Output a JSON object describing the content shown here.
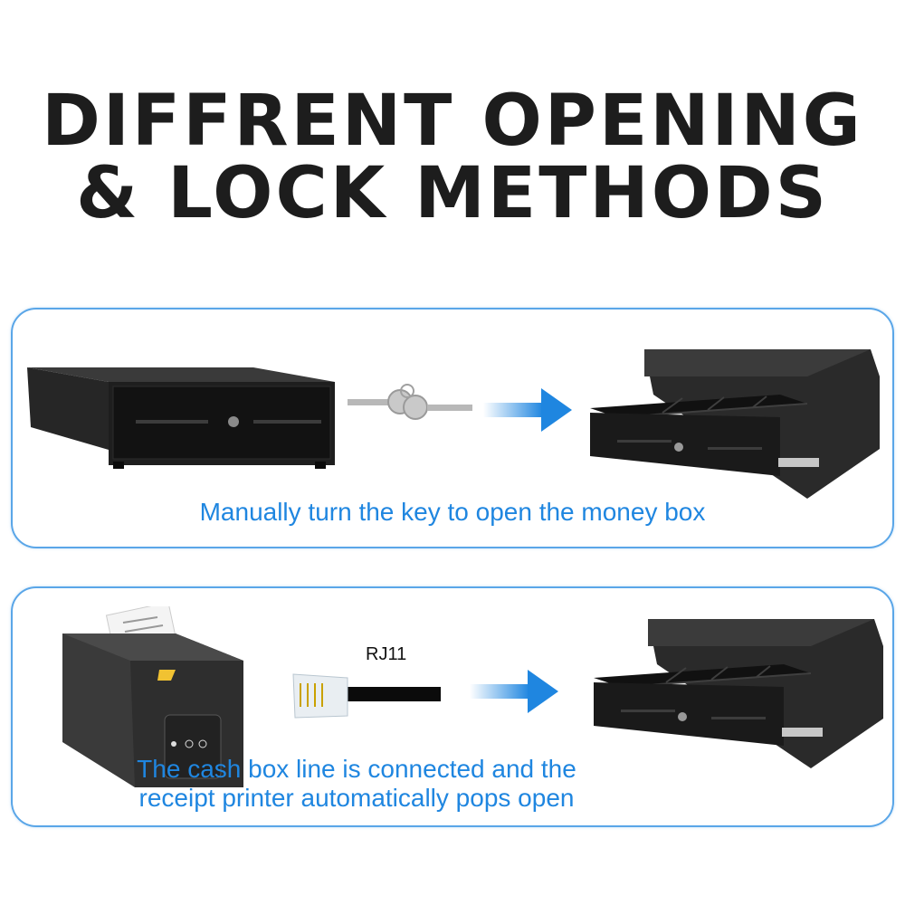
{
  "heading": {
    "line1": "DIFFRENT OPENING",
    "line2": "& LOCK METHODS"
  },
  "panel_manual": {
    "caption": "Manually turn the key to open the money box",
    "icons": [
      "closed-cash-drawer",
      "keys-icon",
      "arrow-right-icon",
      "open-cash-drawer"
    ]
  },
  "panel_printer": {
    "cable_label": "RJ11",
    "caption_line1": "The cash box line is connected and the",
    "caption_line2": "receipt printer automatically pops open",
    "icons": [
      "receipt-printer",
      "rj11-connector-icon",
      "arrow-right-icon",
      "open-cash-drawer"
    ]
  },
  "colors": {
    "heading": "#1d1d1d",
    "accent": "#1f86e0",
    "panel_border": "#5aa6e8"
  }
}
